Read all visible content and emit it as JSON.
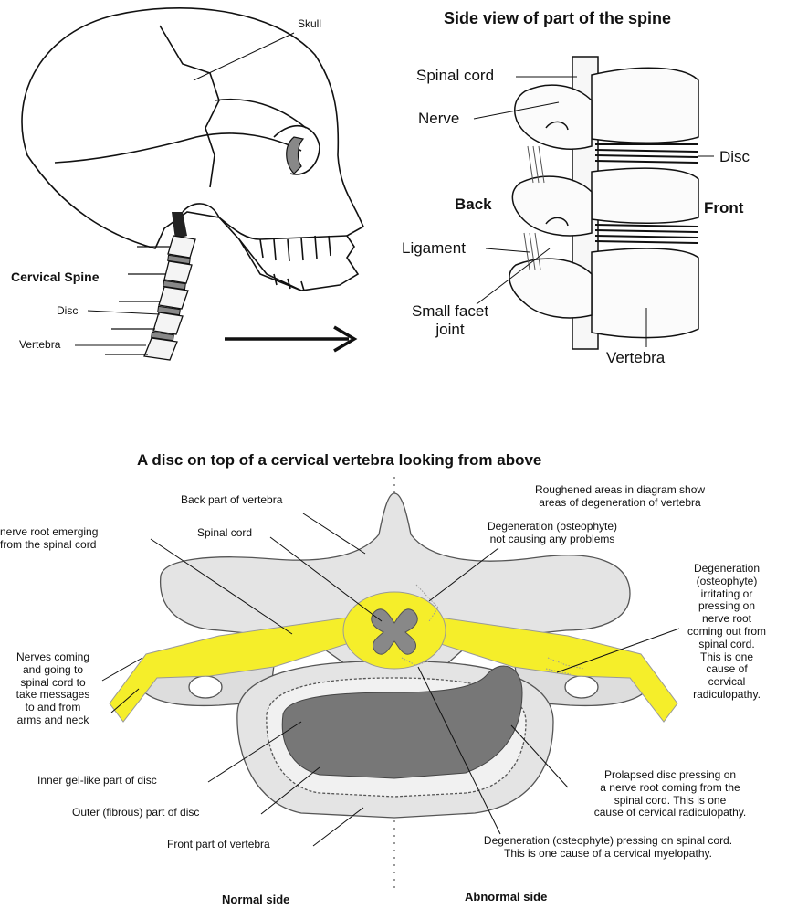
{
  "skull_panel": {
    "skull": "Skull",
    "cervical_spine": "Cervical Spine",
    "disc": "Disc",
    "vertebra": "Vertebra"
  },
  "spine_side_view": {
    "title": "Side view of part of the spine",
    "spinal_cord": "Spinal cord",
    "nerve": "Nerve",
    "disc": "Disc",
    "back": "Back",
    "front": "Front",
    "ligament": "Ligament",
    "small_facet_joint": "Small facet\njoint",
    "vertebra": "Vertebra"
  },
  "disc_top_view": {
    "title": "A disc on top of a cervical vertebra looking from above",
    "back_part": "Back part of vertebra",
    "roughened_note": "Roughened areas in diagram show\nareas of degeneration of vertebra",
    "nerve_root_emerging": "nerve root emerging\nfrom the spinal cord",
    "spinal_cord": "Spinal cord",
    "osteophyte_no_problem": "Degeneration (osteophyte)\nnot causing any problems",
    "osteophyte_irritating": "Degeneration\n(osteophyte)\nirritating or\npressing on\nnerve root\ncoming out from\nspinal cord.\nThis is one\ncause of\ncervical\nradiculopathy.",
    "nerves_coming": "Nerves coming\nand going to\nspinal cord to\ntake messages\nto and from\narms and neck",
    "inner_gel": "Inner gel-like part of disc",
    "outer_fibrous": "Outer (fibrous) part of disc",
    "front_part": "Front part of vertebra",
    "prolapsed": "Prolapsed disc pressing on\na nerve root coming from the\nspinal cord. This is one\ncause of cervical radiculopathy.",
    "osteophyte_spinal_cord": "Degeneration (osteophyte) pressing on spinal cord.\nThis is one cause of a cervical myelopathy.",
    "normal_side": "Normal side",
    "abnormal_side": "Abnormal side"
  },
  "colors": {
    "nerve_yellow": "#f5ee2a",
    "bone_grey": "#d9d9d9",
    "gel_grey": "#777777"
  }
}
